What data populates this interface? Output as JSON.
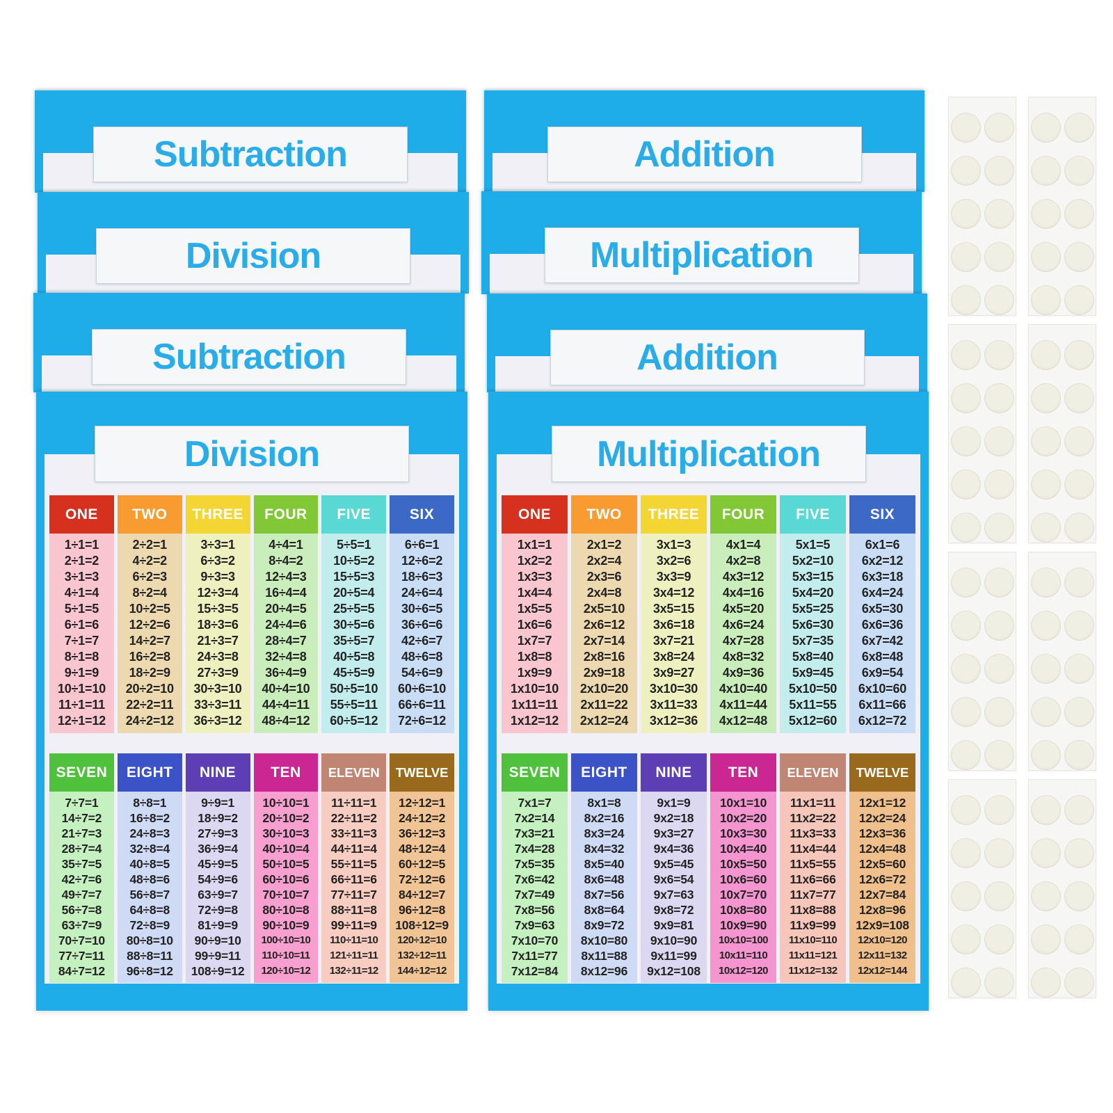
{
  "product": {
    "poster_blue": "#1fadea",
    "title_color": "#2aace8",
    "banner_bg": "#f5f7f9",
    "panel_bg": "#f0f0f6",
    "equation_color": "#222222",
    "header_text_color": "#ffffff"
  },
  "stacks": {
    "left": {
      "back_titles": [
        "Subtraction",
        "Division",
        "Subtraction"
      ],
      "front": {
        "title": "Division",
        "sections": [
          {
            "columns": [
              {
                "label": "ONE",
                "header_color": "#d6301f",
                "body_color": "#f9c5ce",
                "equations": [
                  "1÷1=1",
                  "2÷1=2",
                  "3÷1=3",
                  "4÷1=4",
                  "5÷1=5",
                  "6÷1=6",
                  "7÷1=7",
                  "8÷1=8",
                  "9÷1=9",
                  "10÷1=10",
                  "11÷1=11",
                  "12÷1=12"
                ]
              },
              {
                "label": "TWO",
                "header_color": "#f89b30",
                "body_color": "#ecd9b0",
                "equations": [
                  "2÷2=1",
                  "4÷2=2",
                  "6÷2=3",
                  "8÷2=4",
                  "10÷2=5",
                  "12÷2=6",
                  "14÷2=7",
                  "16÷2=8",
                  "18÷2=9",
                  "20÷2=10",
                  "22÷2=11",
                  "24÷2=12"
                ]
              },
              {
                "label": "THREE",
                "header_color": "#f3d633",
                "body_color": "#eff0c0",
                "equations": [
                  "3÷3=1",
                  "6÷3=2",
                  "9÷3=3",
                  "12÷3=4",
                  "15÷3=5",
                  "18÷3=6",
                  "21÷3=7",
                  "24÷3=8",
                  "27÷3=9",
                  "30÷3=10",
                  "33÷3=11",
                  "36÷3=12"
                ]
              },
              {
                "label": "FOUR",
                "header_color": "#82c836",
                "body_color": "#c9eebc",
                "equations": [
                  "4÷4=1",
                  "8÷4=2",
                  "12÷4=3",
                  "16÷4=4",
                  "20÷4=5",
                  "24÷4=6",
                  "28÷4=7",
                  "32÷4=8",
                  "36÷4=9",
                  "40÷4=10",
                  "44÷4=11",
                  "48÷4=12"
                ]
              },
              {
                "label": "FIVE",
                "header_color": "#5ad8d4",
                "body_color": "#c3eded",
                "equations": [
                  "5÷5=1",
                  "10÷5=2",
                  "15÷5=3",
                  "20÷5=4",
                  "25÷5=5",
                  "30÷5=6",
                  "35÷5=7",
                  "40÷5=8",
                  "45÷5=9",
                  "50÷5=10",
                  "55÷5=11",
                  "60÷5=12"
                ]
              },
              {
                "label": "SIX",
                "header_color": "#3d69c6",
                "body_color": "#c9def4",
                "equations": [
                  "6÷6=1",
                  "12÷6=2",
                  "18÷6=3",
                  "24÷6=4",
                  "30÷6=5",
                  "36÷6=6",
                  "42÷6=7",
                  "48÷6=8",
                  "54÷6=9",
                  "60÷6=10",
                  "66÷6=11",
                  "72÷6=12"
                ]
              }
            ]
          },
          {
            "columns": [
              {
                "label": "SEVEN",
                "header_color": "#4fc13d",
                "body_color": "#c5f0c0",
                "equations": [
                  "7÷7=1",
                  "14÷7=2",
                  "21÷7=3",
                  "28÷7=4",
                  "35÷7=5",
                  "42÷7=6",
                  "49÷7=7",
                  "56÷7=8",
                  "63÷7=9",
                  "70÷7=10",
                  "77÷7=11",
                  "84÷7=12"
                ]
              },
              {
                "label": "EIGHT",
                "header_color": "#3b53c6",
                "body_color": "#cfdaf5",
                "equations": [
                  "8÷8=1",
                  "16÷8=2",
                  "24÷8=3",
                  "32÷8=4",
                  "40÷8=5",
                  "48÷8=6",
                  "56÷8=7",
                  "64÷8=8",
                  "72÷8=9",
                  "80÷8=10",
                  "88÷8=11",
                  "96÷8=12"
                ]
              },
              {
                "label": "NINE",
                "header_color": "#5d3eb5",
                "body_color": "#dcd8f2",
                "equations": [
                  "9÷9=1",
                  "18÷9=2",
                  "27÷9=3",
                  "36÷9=4",
                  "45÷9=5",
                  "54÷9=6",
                  "63÷9=7",
                  "72÷9=8",
                  "81÷9=9",
                  "90÷9=10",
                  "99÷9=11",
                  "108÷9=12"
                ]
              },
              {
                "label": "TEN",
                "header_color": "#ca2793",
                "body_color": "#f79fce",
                "equations": [
                  "10÷10=1",
                  "20÷10=2",
                  "30÷10=3",
                  "40÷10=4",
                  "50÷10=5",
                  "60÷10=6",
                  "70÷10=7",
                  "80÷10=8",
                  "90÷10=9",
                  "100÷10=10",
                  "110÷10=11",
                  "120÷10=12"
                ]
              },
              {
                "label": "ELEVEN",
                "header_color": "#c08573",
                "body_color": "#f6cdc0",
                "equations": [
                  "11÷11=1",
                  "22÷11=2",
                  "33÷11=3",
                  "44÷11=4",
                  "55÷11=5",
                  "66÷11=6",
                  "77÷11=7",
                  "88÷11=8",
                  "99÷11=9",
                  "110÷11=10",
                  "121÷11=11",
                  "132÷11=12"
                ]
              },
              {
                "label": "TWELVE",
                "header_color": "#996a1e",
                "body_color": "#f0c494",
                "equations": [
                  "12÷12=1",
                  "24÷12=2",
                  "36÷12=3",
                  "48÷12=4",
                  "60÷12=5",
                  "72÷12=6",
                  "84÷12=7",
                  "96÷12=8",
                  "108÷12=9",
                  "120÷12=10",
                  "132÷12=11",
                  "144÷12=12"
                ]
              }
            ]
          }
        ]
      }
    },
    "right": {
      "back_titles": [
        "Addition",
        "Multiplication",
        "Addition"
      ],
      "front": {
        "title": "Multiplication",
        "sections": [
          {
            "columns": [
              {
                "label": "ONE",
                "header_color": "#d6301f",
                "body_color": "#f9c5ce",
                "equations": [
                  "1x1=1",
                  "1x2=2",
                  "1x3=3",
                  "1x4=4",
                  "1x5=5",
                  "1x6=6",
                  "1x7=7",
                  "1x8=8",
                  "1x9=9",
                  "1x10=10",
                  "1x11=11",
                  "1x12=12"
                ]
              },
              {
                "label": "TWO",
                "header_color": "#f89b30",
                "body_color": "#ecd9b0",
                "equations": [
                  "2x1=2",
                  "2x2=4",
                  "2x3=6",
                  "2x4=8",
                  "2x5=10",
                  "2x6=12",
                  "2x7=14",
                  "2x8=16",
                  "2x9=18",
                  "2x10=20",
                  "2x11=22",
                  "2x12=24"
                ]
              },
              {
                "label": "THREE",
                "header_color": "#f3d633",
                "body_color": "#eff0c0",
                "equations": [
                  "3x1=3",
                  "3x2=6",
                  "3x3=9",
                  "3x4=12",
                  "3x5=15",
                  "3x6=18",
                  "3x7=21",
                  "3x8=24",
                  "3x9=27",
                  "3x10=30",
                  "3x11=33",
                  "3x12=36"
                ]
              },
              {
                "label": "FOUR",
                "header_color": "#82c836",
                "body_color": "#c9eebc",
                "equations": [
                  "4x1=4",
                  "4x2=8",
                  "4x3=12",
                  "4x4=16",
                  "4x5=20",
                  "4x6=24",
                  "4x7=28",
                  "4x8=32",
                  "4x9=36",
                  "4x10=40",
                  "4x11=44",
                  "4x12=48"
                ]
              },
              {
                "label": "FIVE",
                "header_color": "#5ad8d4",
                "body_color": "#c3eded",
                "equations": [
                  "5x1=5",
                  "5x2=10",
                  "5x3=15",
                  "5x4=20",
                  "5x5=25",
                  "5x6=30",
                  "5x7=35",
                  "5x8=40",
                  "5x9=45",
                  "5x10=50",
                  "5x11=55",
                  "5x12=60"
                ]
              },
              {
                "label": "SIX",
                "header_color": "#3d69c6",
                "body_color": "#c9def4",
                "equations": [
                  "6x1=6",
                  "6x2=12",
                  "6x3=18",
                  "6x4=24",
                  "6x5=30",
                  "6x6=36",
                  "6x7=42",
                  "6x8=48",
                  "6x9=54",
                  "6x10=60",
                  "6x11=66",
                  "6x12=72"
                ]
              }
            ]
          },
          {
            "columns": [
              {
                "label": "SEVEN",
                "header_color": "#4fc13d",
                "body_color": "#c5f0c0",
                "equations": [
                  "7x1=7",
                  "7x2=14",
                  "7x3=21",
                  "7x4=28",
                  "7x5=35",
                  "7x6=42",
                  "7x7=49",
                  "7x8=56",
                  "7x9=63",
                  "7x10=70",
                  "7x11=77",
                  "7x12=84"
                ]
              },
              {
                "label": "EIGHT",
                "header_color": "#3b53c6",
                "body_color": "#cfdaf5",
                "equations": [
                  "8x1=8",
                  "8x2=16",
                  "8x3=24",
                  "8x4=32",
                  "8x5=40",
                  "8x6=48",
                  "8x7=56",
                  "8x8=64",
                  "8x9=72",
                  "8x10=80",
                  "8x11=88",
                  "8x12=96"
                ]
              },
              {
                "label": "NINE",
                "header_color": "#5d3eb5",
                "body_color": "#dcd8f2",
                "equations": [
                  "9x1=9",
                  "9x2=18",
                  "9x3=27",
                  "9x4=36",
                  "9x5=45",
                  "9x6=54",
                  "9x7=63",
                  "9x8=72",
                  "9x9=81",
                  "9x10=90",
                  "9x11=99",
                  "9x12=108"
                ]
              },
              {
                "label": "TEN",
                "header_color": "#ca2793",
                "body_color": "#f495d0",
                "equations": [
                  "10x1=10",
                  "10x2=20",
                  "10x3=30",
                  "10x4=40",
                  "10x5=50",
                  "10x6=60",
                  "10x7=70",
                  "10x8=80",
                  "10x9=90",
                  "10x10=100",
                  "10x11=110",
                  "10x12=120"
                ]
              },
              {
                "label": "ELEVEN",
                "header_color": "#c08573",
                "body_color": "#f6c6ba",
                "equations": [
                  "11x1=11",
                  "11x2=22",
                  "11x3=33",
                  "11x4=44",
                  "11x5=55",
                  "11x6=66",
                  "11x7=77",
                  "11x8=88",
                  "11x9=99",
                  "11x10=110",
                  "11x11=121",
                  "11x12=132"
                ]
              },
              {
                "label": "TWELVE",
                "header_color": "#996a1e",
                "body_color": "#efbf8c",
                "equations": [
                  "12x1=12",
                  "12x2=24",
                  "12x3=36",
                  "12x4=48",
                  "12x5=60",
                  "12x6=72",
                  "12x7=84",
                  "12x8=96",
                  "12x9=108",
                  "12x10=120",
                  "12x11=132",
                  "12x12=144"
                ]
              }
            ]
          }
        ]
      }
    }
  },
  "stickers": {
    "sheet_grid": "2 columns x 4 rows",
    "dots_per_sheet": 10,
    "dot_grid": "2 columns x 5 rows",
    "sheet_color": "#f6f6f4",
    "sheet_border_color": "#e6e6e3",
    "dot_color": "#f0efe4"
  }
}
